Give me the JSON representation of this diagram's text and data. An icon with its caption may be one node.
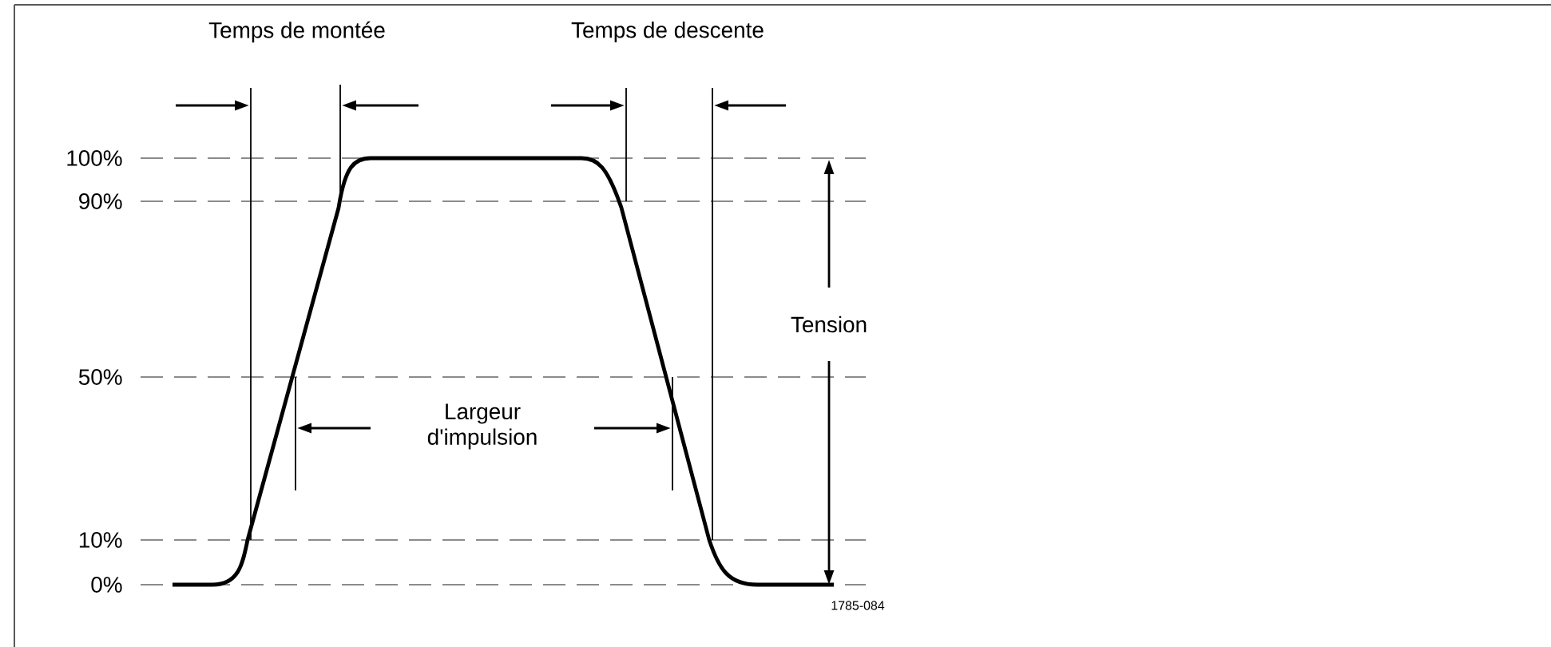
{
  "diagram": {
    "labels": [
      "Temps de montée",
      "Temps de descente",
      "100%",
      "90%",
      "Tension",
      "50%",
      "Largeur d'impulsion",
      "10%",
      "0%",
      "1785-084"
    ]
  }
}
